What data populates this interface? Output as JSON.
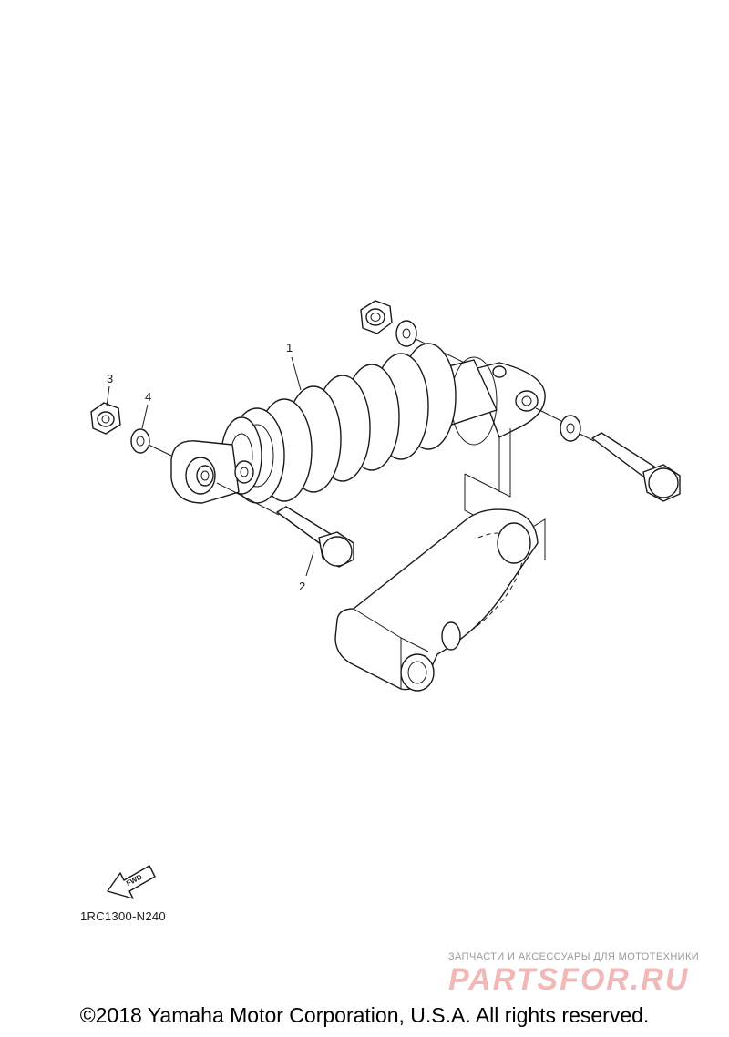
{
  "callouts": [
    {
      "id": "1",
      "label": "1"
    },
    {
      "id": "2",
      "label": "2"
    },
    {
      "id": "3",
      "label": "3"
    },
    {
      "id": "4",
      "label": "4"
    }
  ],
  "fwd_label": "FWD",
  "diagram_code": "1RC1300-N240",
  "watermark": {
    "tagline": "ЗАПЧАСТИ И АКСЕССУАРЫ ДЛЯ МОТОТЕХНИКИ",
    "logo_text": "PARTSFOR.RU",
    "color": "#f2b8b8"
  },
  "copyright": "©2018 Yamaha Motor Corporation, U.S.A. All rights reserved."
}
